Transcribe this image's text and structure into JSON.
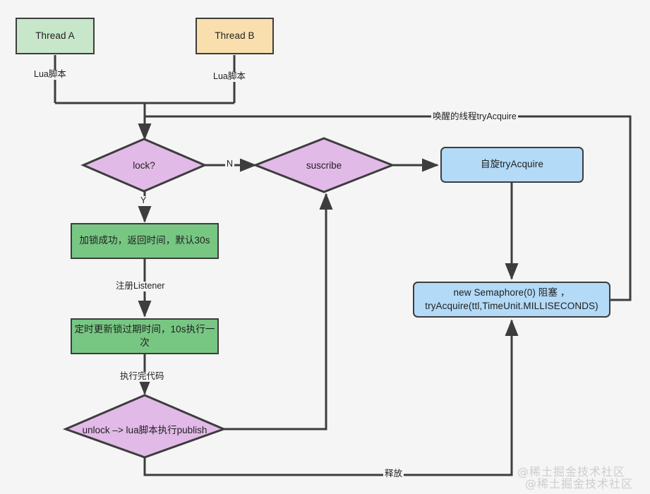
{
  "diagram": {
    "title": "Redisson distributed lock flow",
    "background_color": "#f5f5f5",
    "stroke_color": "#3d3d3d",
    "nodes": {
      "thread_a": {
        "label": "Thread A",
        "shape": "rect",
        "fill": "#c8e6c9"
      },
      "thread_b": {
        "label": "Thread B",
        "shape": "rect",
        "fill": "#fadfae"
      },
      "lock": {
        "label": "lock?",
        "shape": "diamond",
        "fill": "#e2bae8"
      },
      "suscribe": {
        "label": "suscribe",
        "shape": "diamond",
        "fill": "#e2bae8"
      },
      "spin_try_acquire": {
        "label": "自旋tryAcquire",
        "shape": "rounded-rect",
        "fill": "#b3daf7"
      },
      "lock_success": {
        "label": "加锁成功，返回时间，默认30s",
        "shape": "rect",
        "fill": "#c8e6c9"
      },
      "renew": {
        "label": "定时更新锁过期时间，10s执行一次",
        "shape": "rect",
        "fill": "#77c783"
      },
      "semaphore": {
        "label_line1": "new Semaphore(0) 阻塞 ，",
        "label_line2": "tryAcquire(ttl,TimeUnit.MILLISECONDS)",
        "shape": "rounded-rect",
        "fill": "#b3daf7"
      },
      "unlock": {
        "label": "unlock –> lua脚本执行publish",
        "shape": "diamond",
        "fill": "#e2bae8"
      }
    },
    "edge_labels": {
      "lua_a": "Lua脚本",
      "lua_b": "Lua脚本",
      "lock_no": "N",
      "lock_yes": "Y",
      "register_listener": "注册Listener",
      "finish_code": "执行完代码",
      "wakeup": "唤醒的线程tryAcquire",
      "release": "释放"
    },
    "watermark": {
      "line1": "@稀土掘金技术社区",
      "line2": "@稀土掘金技术社区"
    }
  }
}
